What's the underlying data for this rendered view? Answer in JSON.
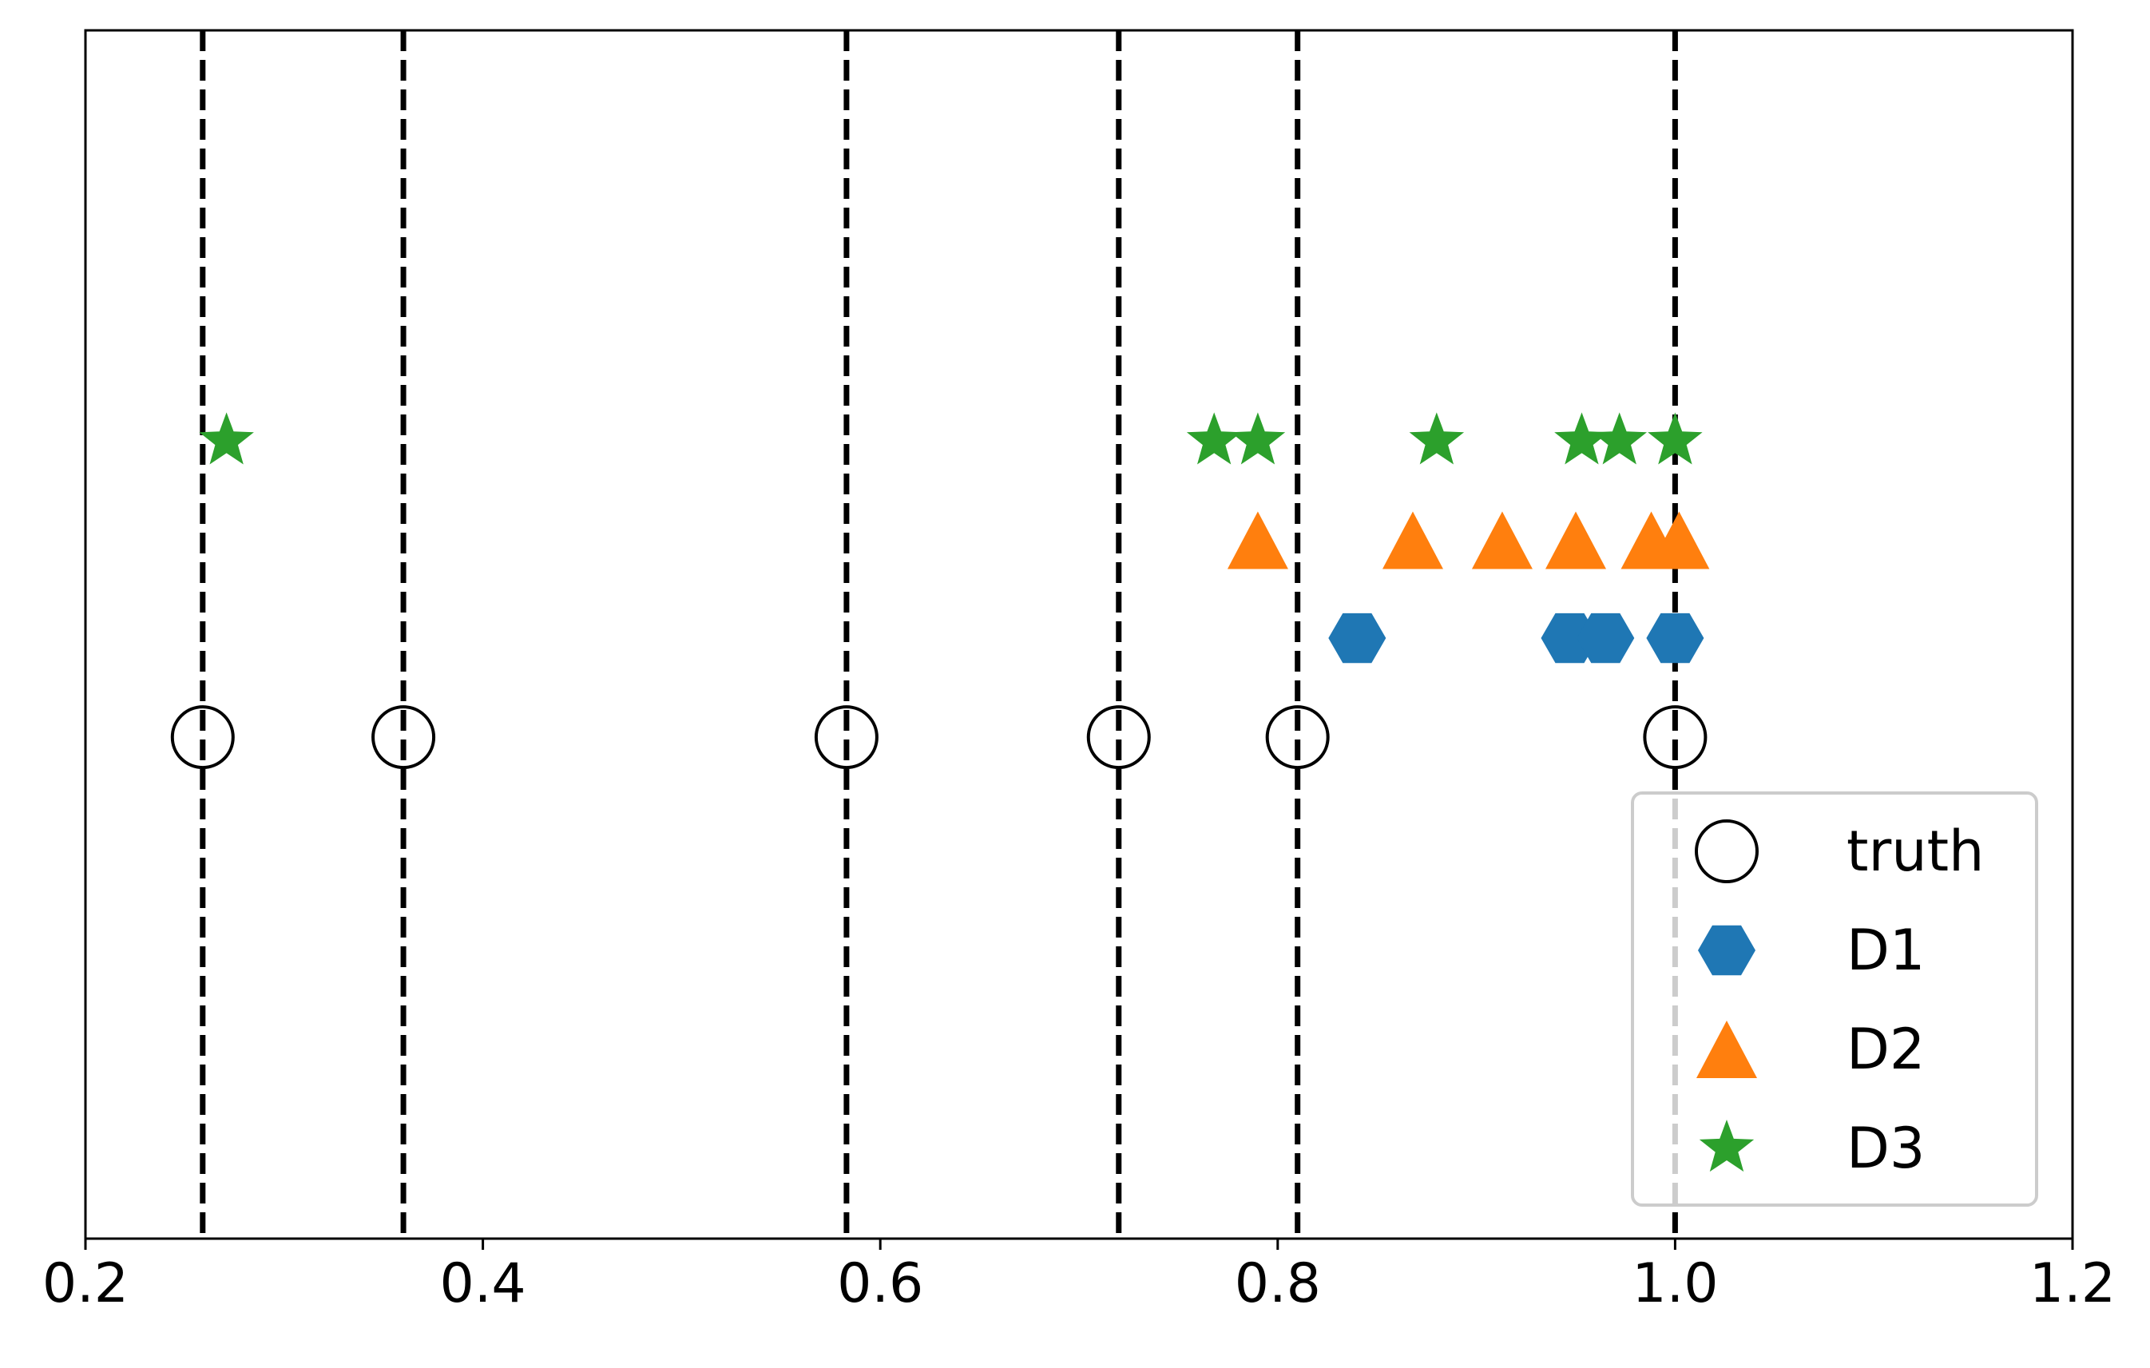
{
  "chart_data": {
    "type": "scatter",
    "title": "",
    "xlabel": "",
    "ylabel": "",
    "xlim": [
      0.2,
      1.2
    ],
    "ylim": [
      0,
      1
    ],
    "grid": false,
    "y_ticks_visible": false,
    "x_ticks": [
      0.2,
      0.4,
      0.6,
      0.8,
      1.0,
      1.2
    ],
    "x_tick_labels": [
      "0.2",
      "0.4",
      "0.6",
      "0.8",
      "1.0",
      "1.2"
    ],
    "vertical_lines": {
      "style": "dashed",
      "color": "#000000",
      "x": [
        0.259,
        0.36,
        0.583,
        0.72,
        0.81,
        1.0
      ]
    },
    "legend": {
      "placement": "lower-right"
    },
    "series": [
      {
        "name": "truth",
        "marker": "circle-open",
        "color": "#000000",
        "y": 0.415,
        "x": [
          0.259,
          0.36,
          0.583,
          0.72,
          0.81,
          1.0
        ]
      },
      {
        "name": "D1",
        "marker": "hexagon",
        "color": "#1f77b4",
        "y": 0.497,
        "x": [
          0.84,
          0.947,
          0.965,
          1.0
        ]
      },
      {
        "name": "D2",
        "marker": "triangle",
        "color": "#ff7f0e",
        "y": 0.578,
        "x": [
          0.79,
          0.868,
          0.913,
          0.95,
          0.988,
          1.002
        ]
      },
      {
        "name": "D3",
        "marker": "star",
        "color": "#2ca02c",
        "y": 0.66,
        "x": [
          0.271,
          0.768,
          0.79,
          0.88,
          0.953,
          0.972,
          1.0
        ]
      }
    ]
  }
}
